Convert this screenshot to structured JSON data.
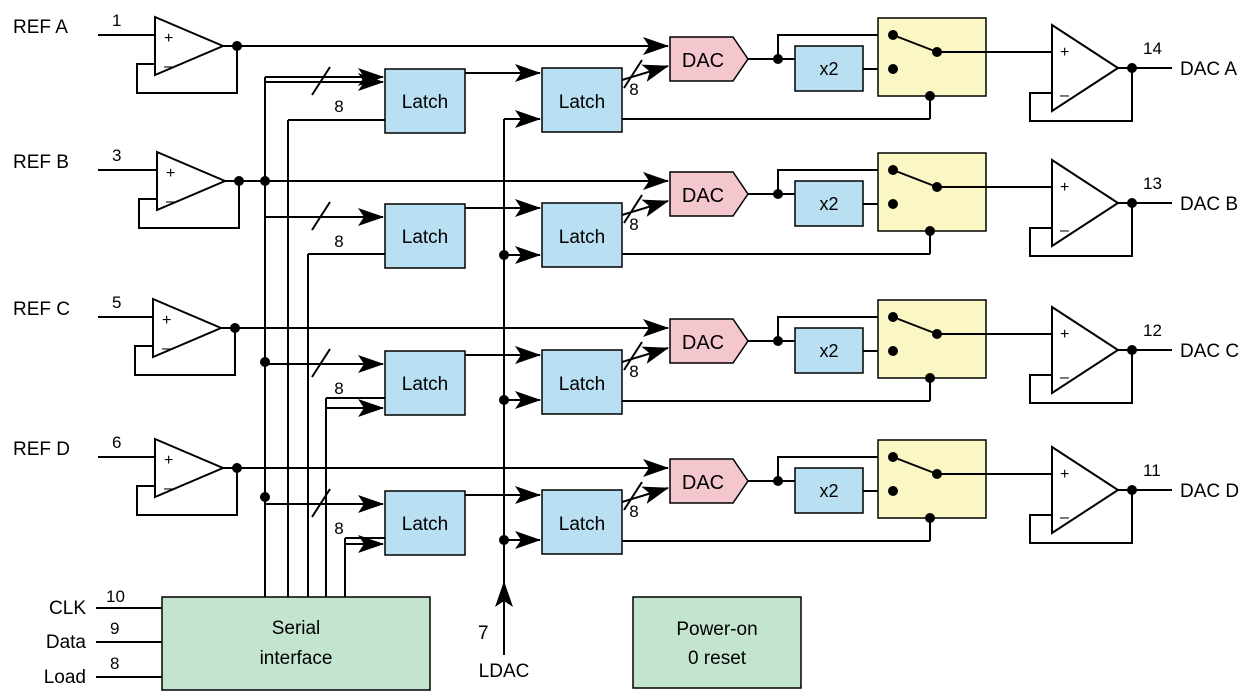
{
  "colors": {
    "latch": "#b8dff2",
    "dac": "#f4c6cd",
    "switch": "#fbf7c4",
    "serial": "#c3e4cf",
    "poweron": "#c3e4cf",
    "wire": "#000000"
  },
  "channels": [
    {
      "ref_label": "REF A",
      "ref_pin": "1",
      "out_label": "DAC A",
      "out_pin": "14"
    },
    {
      "ref_label": "REF B",
      "ref_pin": "3",
      "out_label": "DAC B",
      "out_pin": "13"
    },
    {
      "ref_label": "REF C",
      "ref_pin": "5",
      "out_label": "DAC C",
      "out_pin": "12"
    },
    {
      "ref_label": "REF D",
      "ref_pin": "6",
      "out_label": "DAC D",
      "out_pin": "11"
    }
  ],
  "labels": {
    "latch": "Latch",
    "dac": "DAC",
    "x2": "x2",
    "bus_width": "8",
    "opamp_plus": "+",
    "opamp_minus": "–"
  },
  "serial": {
    "line1": "Serial",
    "line2": "interface",
    "inputs": [
      {
        "label": "CLK",
        "pin": "10"
      },
      {
        "label": "Data",
        "pin": "9"
      },
      {
        "label": "Load",
        "pin": "8"
      }
    ]
  },
  "ldac": {
    "label": "LDAC",
    "pin": "7"
  },
  "poweron": {
    "line1": "Power-on",
    "line2": "0 reset"
  }
}
